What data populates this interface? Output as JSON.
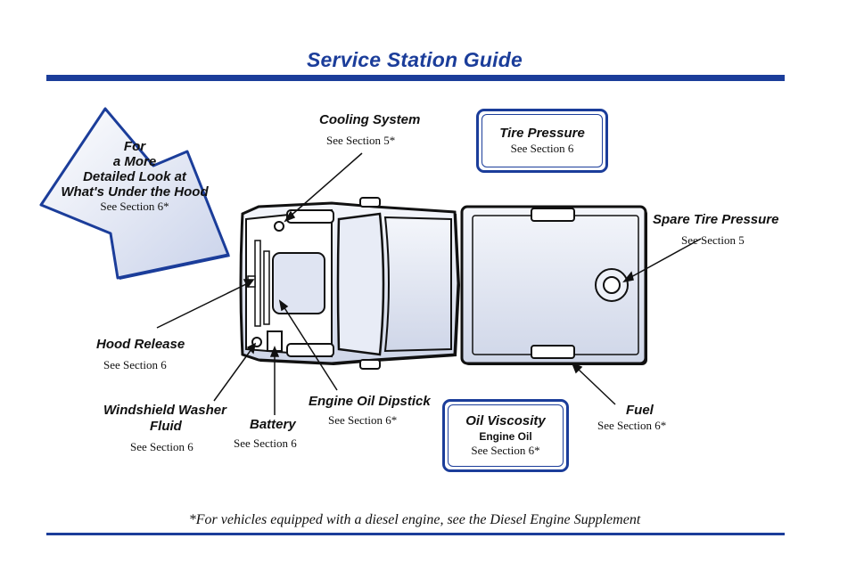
{
  "title": "Service Station Guide",
  "footnote": "*For vehicles equipped with a diesel engine, see the Diesel Engine Supplement",
  "callout": {
    "line1": "For",
    "line2": "a More",
    "line3": "Detailed Look at",
    "line4": "What's Under the Hood",
    "ref": "See Section 6*"
  },
  "labels": {
    "cooling_system": {
      "name": "Cooling System",
      "ref": "See Section 5*"
    },
    "spare_tire_pressure": {
      "name": "Spare Tire Pressure",
      "ref": "See Section 5"
    },
    "hood_release": {
      "name": "Hood Release",
      "ref": "See Section 6"
    },
    "washer_fluid": {
      "name_line1": "Windshield Washer",
      "name_line2": "Fluid",
      "ref": "See Section 6"
    },
    "battery": {
      "name": "Battery",
      "ref": "See Section 6"
    },
    "oil_dipstick": {
      "name": "Engine Oil Dipstick",
      "ref": "See Section 6*"
    },
    "fuel": {
      "name": "Fuel",
      "ref": "See Section 6*"
    }
  },
  "boxes": {
    "tire_pressure": {
      "title": "Tire Pressure",
      "ref": "See Section 6"
    },
    "oil_viscosity": {
      "title": "Oil Viscosity",
      "sub": "Engine Oil",
      "ref": "See Section 6*"
    }
  },
  "colors": {
    "accent": "#1b3d9a",
    "truck_fill": "#dde3f0",
    "callout_fill": "#e6ebf5"
  }
}
